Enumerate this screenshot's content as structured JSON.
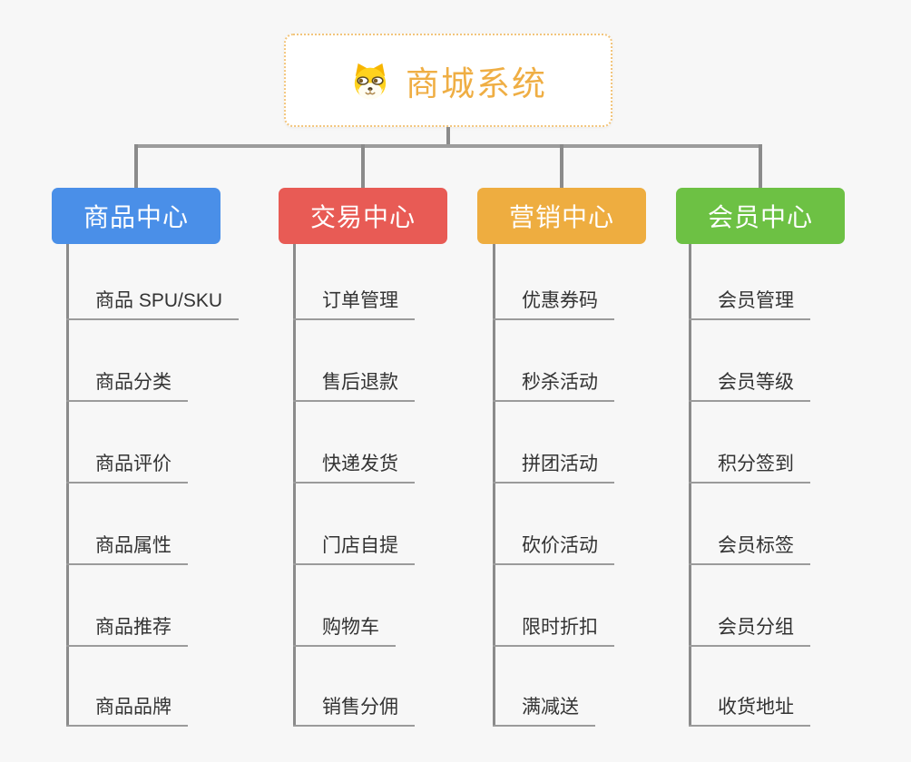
{
  "root": {
    "title": "商城系统",
    "icon": "dog-face-icon"
  },
  "branches": [
    {
      "label": "商品中心",
      "color": "#4a8fe8",
      "children": [
        "商品 SPU/SKU",
        "商品分类",
        "商品评价",
        "商品属性",
        "商品推荐",
        "商品品牌"
      ]
    },
    {
      "label": "交易中心",
      "color": "#e85b55",
      "children": [
        "订单管理",
        "售后退款",
        "快递发货",
        "门店自提",
        "购物车",
        "销售分佣"
      ]
    },
    {
      "label": "营销中心",
      "color": "#eead40",
      "children": [
        "优惠券码",
        "秒杀活动",
        "拼团活动",
        "砍价活动",
        "限时折扣",
        "满减送"
      ]
    },
    {
      "label": "会员中心",
      "color": "#6dc144",
      "children": [
        "会员管理",
        "会员等级",
        "积分签到",
        "会员标签",
        "会员分组",
        "收货地址"
      ]
    }
  ],
  "colors": {
    "background": "#f7f7f7",
    "connector": "#8b8b8b",
    "underline": "#9b9b9b",
    "root_border": "#f2c57c",
    "root_title_text": "#efae44",
    "child_text": "#333333"
  }
}
